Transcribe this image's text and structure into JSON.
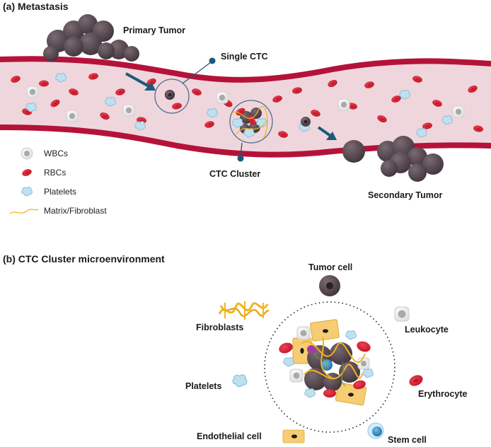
{
  "panel_a": {
    "title": "(a) Metastasis",
    "labels": {
      "primary_tumor": "Primary Tumor",
      "single_ctc": "Single CTC",
      "ctc_cluster": "CTC Cluster",
      "secondary_tumor": "Secondary Tumor"
    },
    "legend": [
      {
        "id": "wbc",
        "text": "WBCs"
      },
      {
        "id": "rbc",
        "text": "RBCs"
      },
      {
        "id": "platelet",
        "text": "Platelets"
      },
      {
        "id": "matrix",
        "text": "Matrix/Fibroblast"
      }
    ]
  },
  "panel_b": {
    "title": "(b) CTC Cluster microenvironment",
    "labels": {
      "tumor_cell": "Tumor cell",
      "fibroblasts": "Fibroblasts",
      "leukocyte": "Leukocyte",
      "platelets": "Platelets",
      "erythrocyte": "Erythrocyte",
      "endothelial_cell": "Endothelial cell",
      "stem_cell": "Stem cell"
    }
  },
  "colors": {
    "vessel_wall": "#b5123a",
    "vessel_lumen": "#efd6dc",
    "rbc": "#d6172e",
    "tumor": "#4e4048",
    "wbc": "#ffffff",
    "platelet": "#b8dceb",
    "fibroblast": "#f2b31f",
    "endothelial": "#f6cd72",
    "stem": "#1f7fc0",
    "connector": "#1b5a7a"
  }
}
